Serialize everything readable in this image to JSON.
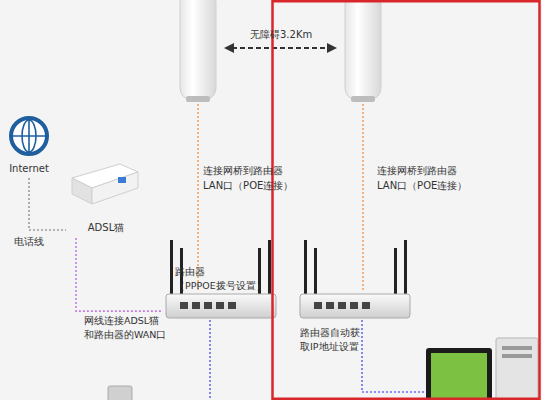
{
  "diagram": {
    "nodes": [
      {
        "text": [
          "Internet"
        ]
      },
      {
        "text": [
          "ADSL猫"
        ]
      },
      {
        "text": [
          "路由器 （PPPOE拨号设置）"
        ]
      },
      {
        "text": [
          "路由器自动获 取IP地址设置"
        ]
      }
    ],
    "edges": [
      {
        "from": 0,
        "to": 1,
        "label": "电话线",
        "arrow": "none"
      },
      {
        "from": 1,
        "to": 2,
        "label": "网线连接ADSL猫 和路由器的WAN口",
        "arrow": "none"
      }
    ],
    "labels": [
      "无障碍3.2Km",
      "连接网桥到路由器 LAN口（POE连接）",
      "连接网桥到路由器 LAN口（POE连接）"
    ]
  }
}
